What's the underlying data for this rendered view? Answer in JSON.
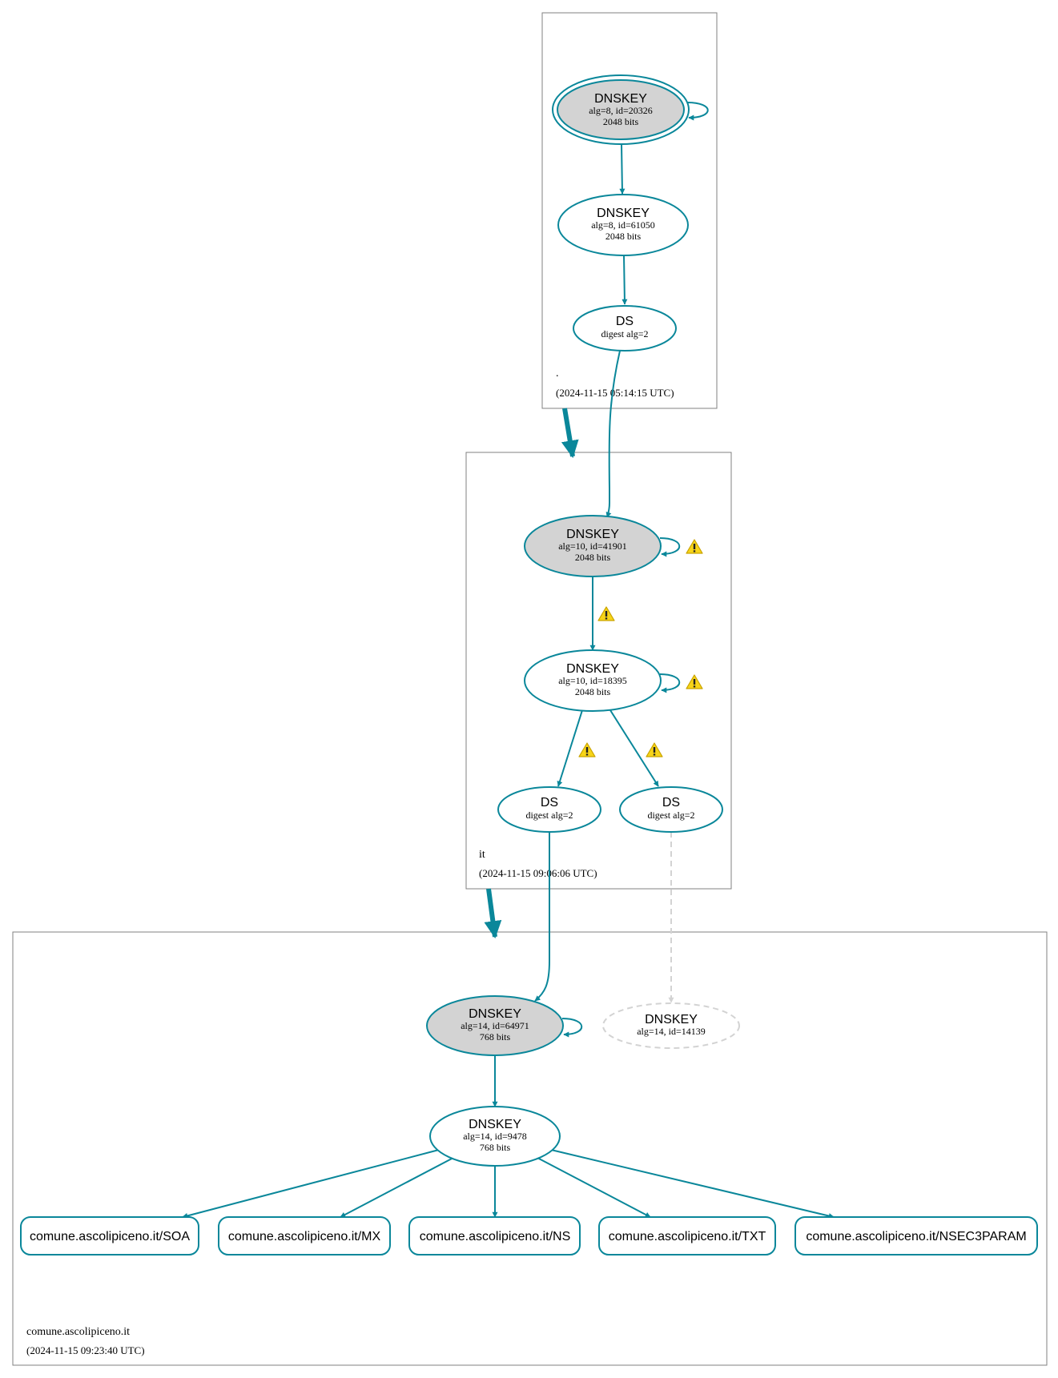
{
  "colors": {
    "edge": "#0a879a",
    "zone_border": "#808080",
    "ksk_fill": "#d3d3d3",
    "node_fill": "#ffffff",
    "inactive": "#d3d3d3",
    "warning_fill": "#f7d418",
    "warning_stroke": "#c9a300"
  },
  "zones": {
    "root": {
      "name": ".",
      "timestamp": "(2024-11-15 05:14:15 UTC)"
    },
    "it": {
      "name": "it",
      "timestamp": "(2024-11-15 09:06:06 UTC)"
    },
    "comune": {
      "name": "comune.ascolipiceno.it",
      "timestamp": "(2024-11-15 09:23:40 UTC)"
    }
  },
  "nodes": {
    "root_ksk": {
      "title": "DNSKEY",
      "line1": "alg=8, id=20326",
      "line2": "2048 bits"
    },
    "root_zsk": {
      "title": "DNSKEY",
      "line1": "alg=8, id=61050",
      "line2": "2048 bits"
    },
    "root_ds": {
      "title": "DS",
      "line1": "digest alg=2"
    },
    "it_ksk": {
      "title": "DNSKEY",
      "line1": "alg=10, id=41901",
      "line2": "2048 bits"
    },
    "it_zsk": {
      "title": "DNSKEY",
      "line1": "alg=10, id=18395",
      "line2": "2048 bits"
    },
    "it_ds_1": {
      "title": "DS",
      "line1": "digest alg=2"
    },
    "it_ds_2": {
      "title": "DS",
      "line1": "digest alg=2"
    },
    "comune_ksk": {
      "title": "DNSKEY",
      "line1": "alg=14, id=64971",
      "line2": "768 bits"
    },
    "comune_missing": {
      "title": "DNSKEY",
      "line1": "alg=14, id=14139"
    },
    "comune_zsk": {
      "title": "DNSKEY",
      "line1": "alg=14, id=9478",
      "line2": "768 bits"
    }
  },
  "rrsets": [
    "comune.ascolipiceno.it/SOA",
    "comune.ascolipiceno.it/MX",
    "comune.ascolipiceno.it/NS",
    "comune.ascolipiceno.it/TXT",
    "comune.ascolipiceno.it/NSEC3PARAM"
  ]
}
